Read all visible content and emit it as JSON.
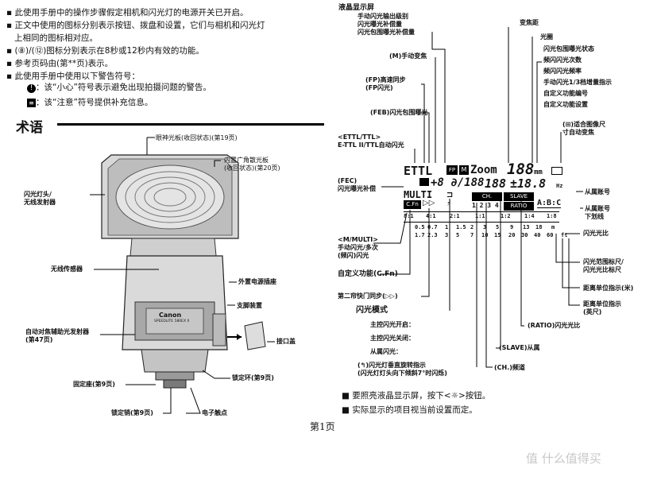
{
  "left": {
    "bullets": [
      "此使用手册中的操作步骤假定相机和闪光灯的电源开关已开启。",
      "正文中使用的图标分别表示按钮、拨盘和设置，它们与相机和闪光灯",
      "上相同的图标相对应。",
      "(⑧)/(⑫)图标分别表示在8秒或12秒内有效的功能。",
      "参考页码由(第**页)表示。",
      "此使用手册中使用以下警告符号："
    ],
    "warn1": "：该“小心”符号表示避免出现拍摄问题的警告。",
    "warn2": "：该“注意”符号提供补充信息。",
    "section_title": "术语",
    "callouts": {
      "catchlight": "眼神光板(收回状态)(第19页)",
      "wide_panel": "内置广角散光板\n(收回状态)(第20页)",
      "head": "闪光灯头/\n无线发射器",
      "wireless_sensor": "无线传感器",
      "ext_power": "外置电源插座",
      "bracket": "支脚装置",
      "af_assist": "自动对焦辅助光发射器\n(第47页)",
      "socket_cover": "接口盖",
      "lock_ring": "锁定环(第9页)",
      "mount_foot": "固定座(第9页)",
      "lock_pin": "锁定销(第9页)",
      "contacts": "电子触点"
    },
    "flash_brand": "Canon",
    "flash_model": "SPEEDLITE 580EX II"
  },
  "right": {
    "title": "液晶显示屏",
    "top_labels": {
      "manual_output": "手动闪光输出级别\n闪光曝光补偿量\n闪光包围曝光补偿量",
      "manual_zoom": "(M)手动变焦",
      "fp": "(FP)高速同步\n(FP闪光)",
      "feb": "(FEB)闪光包围曝光",
      "ettl": "<ETTL/TTL>\nE-TTL II/TTL自动闪光",
      "zoom_dist": "变焦距",
      "aperture": "光圈",
      "list": "闪光包围曝光状态\n频闪闪光次数\n频闪闪光频率\n手动闪光1/3档增量指示\n自定义功能编号\n自定义功能设置",
      "sensor_zoom": "(⊞)适合图像尺\n寸自动变焦",
      "fec": "(FEC)\n闪光曝光补偿",
      "slave_id": "从属账号",
      "slave_id_under": "从属账号\n下划线",
      "mode": "<M/MULTI>\n手动闪光/多次\n(频闪)闪光",
      "cfn": "自定义功能(C.Fn)",
      "ratio": "闪光光比",
      "range_scale": "闪光范围标尺/\n闪光光比标尺",
      "unit_m": "距离单位指示(米)",
      "unit_ft": "距离单位指示\n(英尺)",
      "second_curtain": "第二帘快门同步(▷▷)",
      "flash_mode": "闪光模式",
      "master_on": "主控闪光开启：",
      "master_off": "主控闪光关闭：",
      "slave": "从属闪光：",
      "ratio_label": "(RATIO)闪光光比",
      "slave_label": "(SLAVE)从属",
      "channel_label": "(CH.)频道",
      "head_tilt": "(↰)闪光灯垂直旋转指示\n(闪光灯灯头向下倾斜7°时闪烁)"
    },
    "lcd": {
      "ettl": "ETTL",
      "zoom": "Zoom",
      "zoom_val": "188",
      "mm": "mm",
      "fec_row": "+8 ∂/188",
      "big_num": "188",
      "freq": "±18.8",
      "hz": "Hz",
      "multi": "MULTI",
      "cfn": "C.Fn",
      "ch": "CH.",
      "slave": "SLAVE",
      "ratio": "RATIO",
      "digits": "1 2 3 4",
      "abc": "A:B:C",
      "ratio_scale": [
        "8:1",
        "4:1",
        "2:1",
        "1:1",
        "1:2",
        "1:4",
        "1:8"
      ],
      "dist_top": [
        "0.5",
        "0.7",
        "1",
        "1.5",
        "2",
        "3",
        "5",
        "9",
        "13",
        "18",
        "m"
      ],
      "dist_bot": [
        "1.7",
        "2.3",
        "3",
        "5",
        "7",
        "10",
        "15",
        "20",
        "30",
        "40",
        "60",
        "ft"
      ]
    },
    "notes": [
      "要照亮液晶显示屏，按下<☼>按钮。",
      "实际显示的项目视当前设置而定。"
    ]
  },
  "footer": {
    "page": "第1页",
    "watermark": "值 什么值得买"
  }
}
